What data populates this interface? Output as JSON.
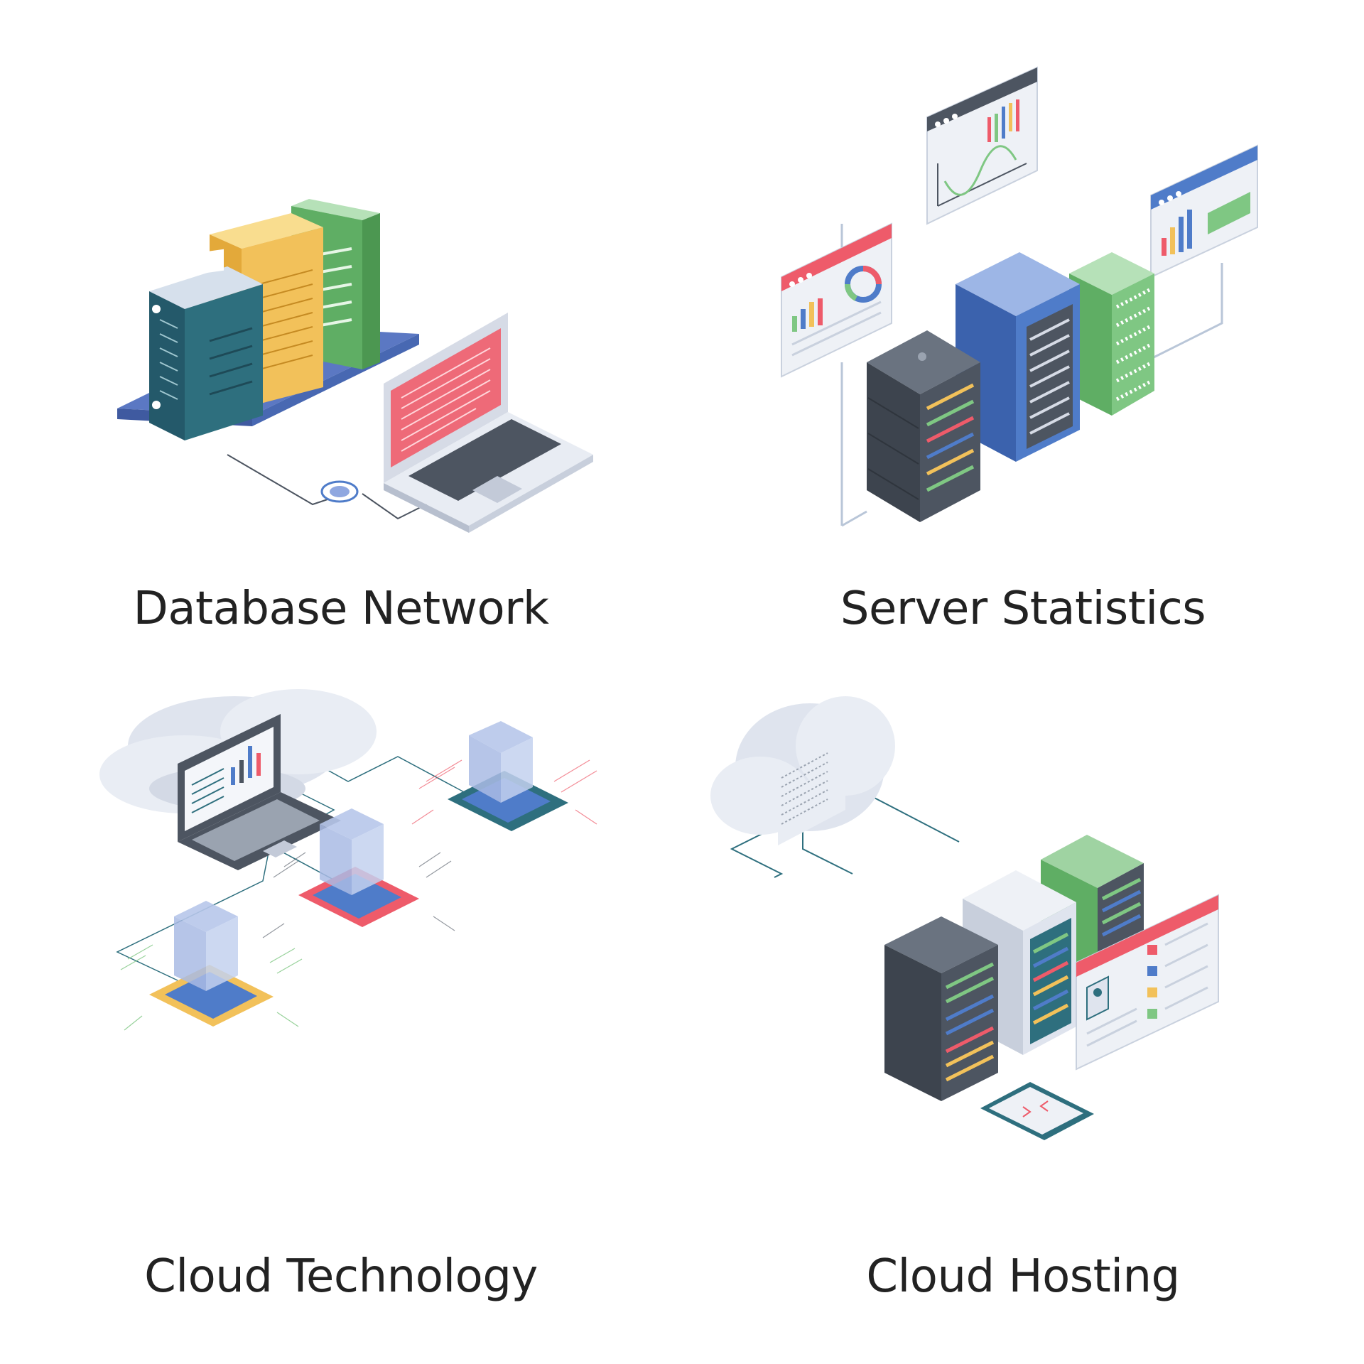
{
  "icons": [
    {
      "id": "database-network",
      "label": "Database Network"
    },
    {
      "id": "server-statistics",
      "label": "Server Statistics"
    },
    {
      "id": "cloud-technology",
      "label": "Cloud Technology"
    },
    {
      "id": "cloud-hosting",
      "label": "Cloud Hosting"
    }
  ],
  "colors": {
    "navy": "#4a5b9b",
    "teal": "#2e6f7e",
    "yellow": "#f2c15a",
    "green": "#7fc783",
    "blue": "#4f7cc9",
    "red": "#ee5b6a",
    "dark": "#4d5561",
    "light": "#dde3ef",
    "cloud": "#dfe4ee"
  }
}
